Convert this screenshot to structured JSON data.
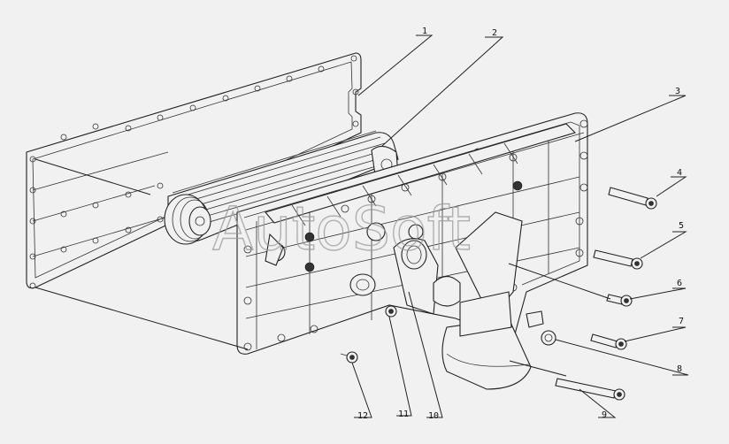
{
  "watermark": "AutoSoft",
  "callouts": [
    {
      "id": "1",
      "label": "1"
    },
    {
      "id": "2",
      "label": "2"
    },
    {
      "id": "3",
      "label": "3"
    },
    {
      "id": "4",
      "label": "4"
    },
    {
      "id": "5",
      "label": "5"
    },
    {
      "id": "6",
      "label": "6"
    },
    {
      "id": "7",
      "label": "7"
    },
    {
      "id": "8",
      "label": "8"
    },
    {
      "id": "9",
      "label": "9"
    },
    {
      "id": "10",
      "label": "10"
    },
    {
      "id": "11",
      "label": "11"
    },
    {
      "id": "12",
      "label": "12"
    }
  ]
}
